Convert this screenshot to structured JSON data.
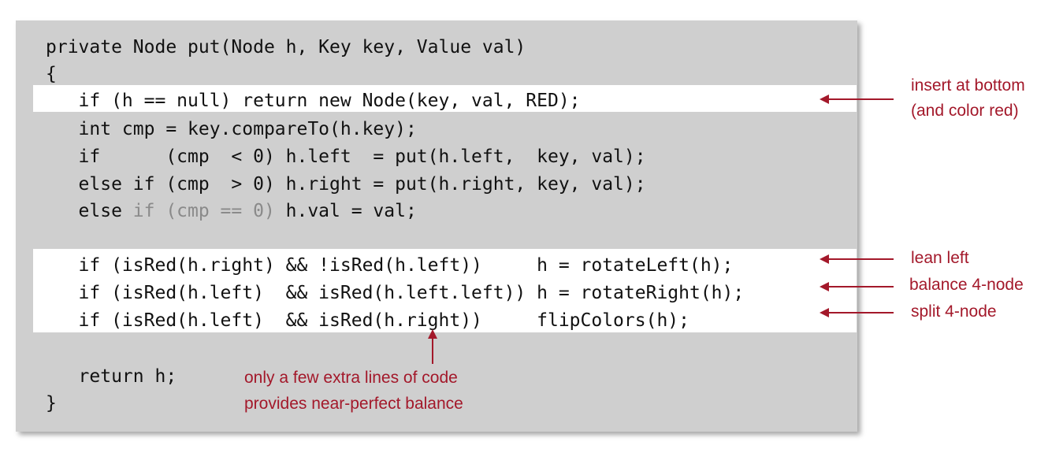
{
  "code": {
    "l1": "private Node put(Node h, Key key, Value val)",
    "l2": "{",
    "l3": "   if (h == null) return new Node(key, val, RED);",
    "l4": "   int cmp = key.compareTo(h.key);",
    "l5": "   if      (cmp  < 0) h.left  = put(h.left,  key, val);",
    "l6": "   else if (cmp  > 0) h.right = put(h.right, key, val);",
    "l7a": "   else ",
    "l7b": "if (cmp == 0)",
    "l7c": " h.val = val;",
    "l8": "   if (isRed(h.right) && !isRed(h.left))     h = rotateLeft(h);",
    "l9": "   if (isRed(h.left)  && isRed(h.left.left)) h = rotateRight(h);",
    "l10": "   if (isRed(h.left)  && isRed(h.right))     flipColors(h);",
    "l11": "   return h;",
    "l12": "}"
  },
  "notes": {
    "insert_line1": "insert at bottom",
    "insert_line2": "(and color red)",
    "lean_left": "lean left",
    "balance": "balance 4-node",
    "split": "split 4-node",
    "extra_line1": "only a few extra lines of code",
    "extra_line2": "provides near-perfect balance"
  },
  "colors": {
    "annotation": "#a3182a",
    "panel": "#cfcfcf"
  }
}
